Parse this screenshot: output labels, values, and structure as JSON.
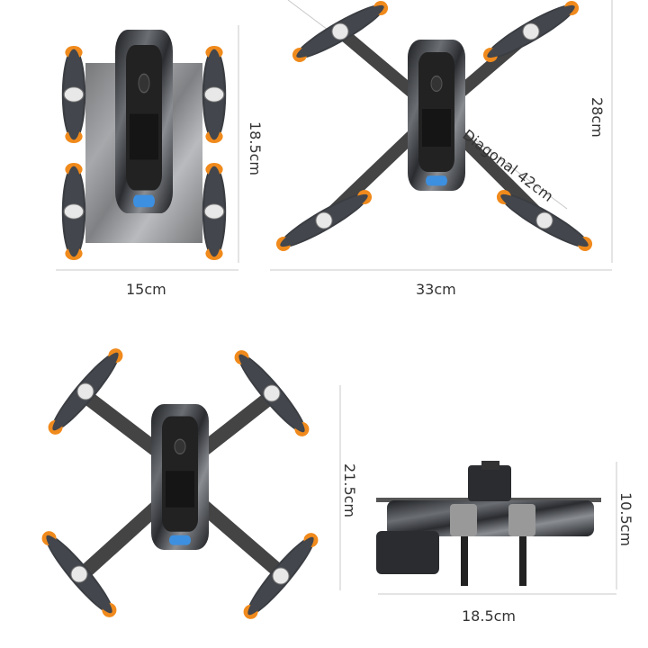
{
  "panels": {
    "folded_top": {
      "height_label": "18.5cm",
      "width_label": "15cm"
    },
    "unfolded_top": {
      "height_label": "28cm",
      "width_label": "33cm",
      "diagonal_label": "Diagonal 42cm"
    },
    "unfolded_front": {
      "height_label": "21.5cm"
    },
    "side": {
      "height_label": "10.5cm",
      "width_label": "18.5cm"
    }
  },
  "colors": {
    "body": "#2a2c30",
    "accent": "#f08a1c",
    "prop": "#3a3d42",
    "badge": "#3d8fe0",
    "line": "#c8c8c8"
  }
}
